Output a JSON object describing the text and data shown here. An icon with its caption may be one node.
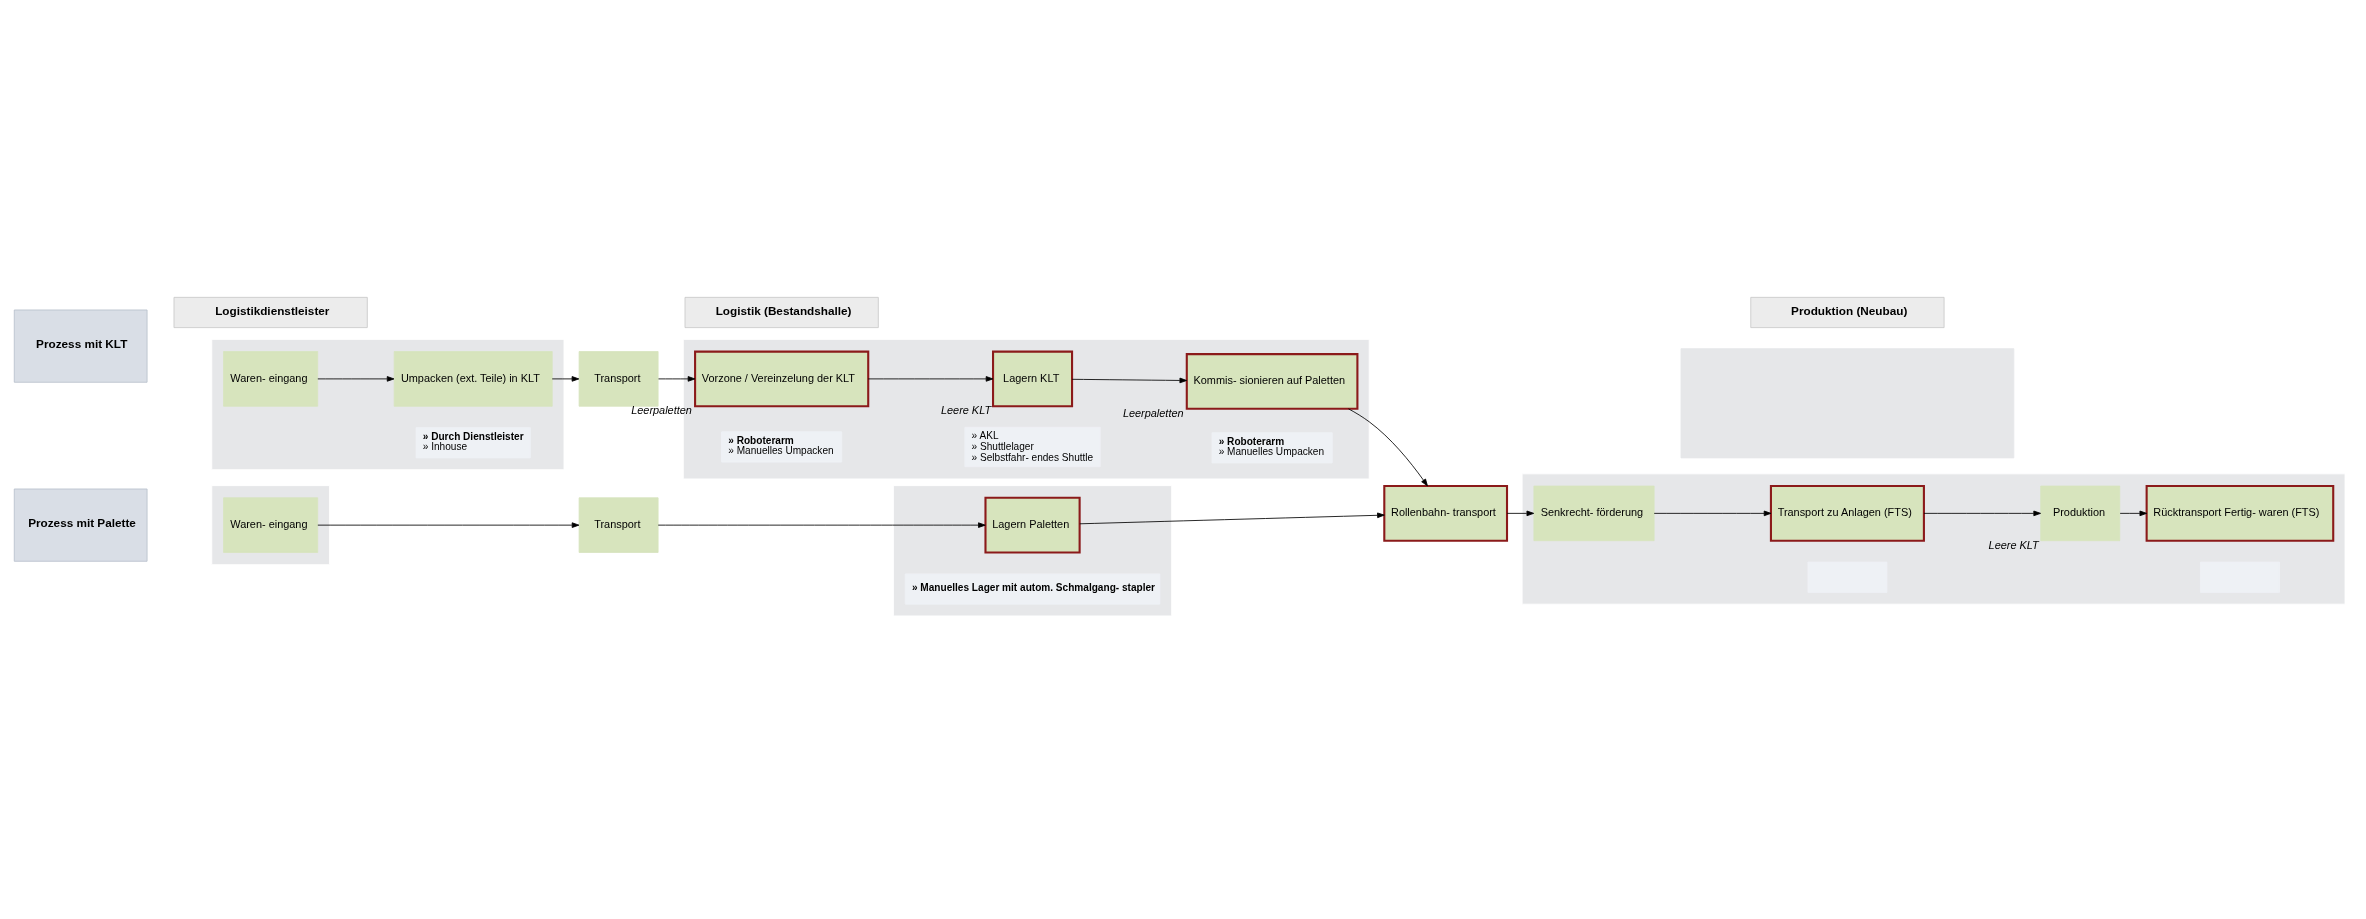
{
  "diagram": {
    "nodes": [
      {
        "text": [
          "Logistikdienstleister"
        ]
      },
      {
        "text": [
          "Logistik (Bestandshalle)"
        ]
      },
      {
        "text": [
          "Produktion (Neubau)"
        ]
      },
      {
        "text": [
          "Prozess mit KLT"
        ]
      },
      {
        "text": [
          "Prozess mit Palette"
        ]
      },
      {
        "text": [],
        "shape": "box"
      },
      {
        "text": [],
        "shape": "box"
      },
      {
        "text": [],
        "shape": "box"
      },
      {
        "text": [],
        "shape": "box"
      },
      {
        "text": [],
        "shape": "box"
      },
      {
        "text": [],
        "shape": "box"
      },
      {
        "text": [
          "Waren- eingang"
        ],
        "in": 5
      },
      {
        "text": [
          "Umpacken (ext. Teile) in KLT"
        ],
        "in": 5
      },
      {
        "text": [
          "» Durch Dienstleister",
          "» Inhouse"
        ],
        "in": 5
      },
      {
        "text": [
          "Transport"
        ]
      },
      {
        "text": [
          "Vorzone / Vereinzelung der KLT"
        ],
        "in": 6,
        "beside": [
          "Leerpaletten"
        ]
      },
      {
        "text": [
          "» Roboterarm",
          "» Manuelles Umpacken"
        ],
        "in": 6
      },
      {
        "text": [
          "Lagern KLT"
        ],
        "in": 6,
        "beside": [
          "Leere KLT"
        ]
      },
      {
        "text": [
          "» AKL",
          "» Shuttlelager",
          "» Selbstfahr- endes Shuttle"
        ],
        "in": 6
      },
      {
        "text": [
          "Kommis- sionieren auf Paletten"
        ],
        "in": 6,
        "beside": [
          "Leerpaletten"
        ]
      },
      {
        "text": [
          "» Roboterarm",
          "» Manuelles Umpacken"
        ],
        "in": 6
      },
      {
        "text": [
          "Waren- eingang"
        ],
        "in": 8
      },
      {
        "text": [
          "Transport"
        ]
      },
      {
        "text": [
          "Lagern Paletten"
        ],
        "in": 9
      },
      {
        "text": [
          "» Manuelles Lager mit autom. Schmalgang- stapler"
        ],
        "in": 9
      },
      {
        "text": [
          "Rollenbahn- transport"
        ]
      },
      {
        "text": [
          "Senkrecht- förderung"
        ],
        "in": 10
      },
      {
        "text": [
          "Transport zu Anlagen (FTS)"
        ],
        "in": 10
      },
      {
        "text": [],
        "shape": "box",
        "in": 10
      },
      {
        "text": [
          "Produktion"
        ],
        "in": 10,
        "beside": [
          "Leere KLT"
        ]
      },
      {
        "text": [
          "Rücktransport Fertig- waren (FTS)"
        ],
        "in": 10
      },
      {
        "text": [],
        "shape": "box",
        "in": 10
      }
    ],
    "edges": [
      {
        "from": 11,
        "to": 12,
        "arrow": "to"
      },
      {
        "from": 12,
        "to": 14,
        "arrow": "to"
      },
      {
        "from": 14,
        "to": 15,
        "arrow": "to"
      },
      {
        "from": 15,
        "to": 17,
        "arrow": "to"
      },
      {
        "from": 17,
        "to": 19,
        "arrow": "to"
      },
      {
        "from": 19,
        "to": 25,
        "arrow": "to"
      },
      {
        "from": 21,
        "to": 22,
        "arrow": "to"
      },
      {
        "from": 22,
        "to": 23,
        "arrow": "to"
      },
      {
        "from": 23,
        "to": 25,
        "arrow": "to"
      },
      {
        "from": 25,
        "to": 26,
        "arrow": "to"
      },
      {
        "from": 26,
        "to": 27,
        "arrow": "to"
      },
      {
        "from": 27,
        "to": 29,
        "arrow": "to"
      },
      {
        "from": 29,
        "to": 30,
        "arrow": "to"
      }
    ]
  }
}
